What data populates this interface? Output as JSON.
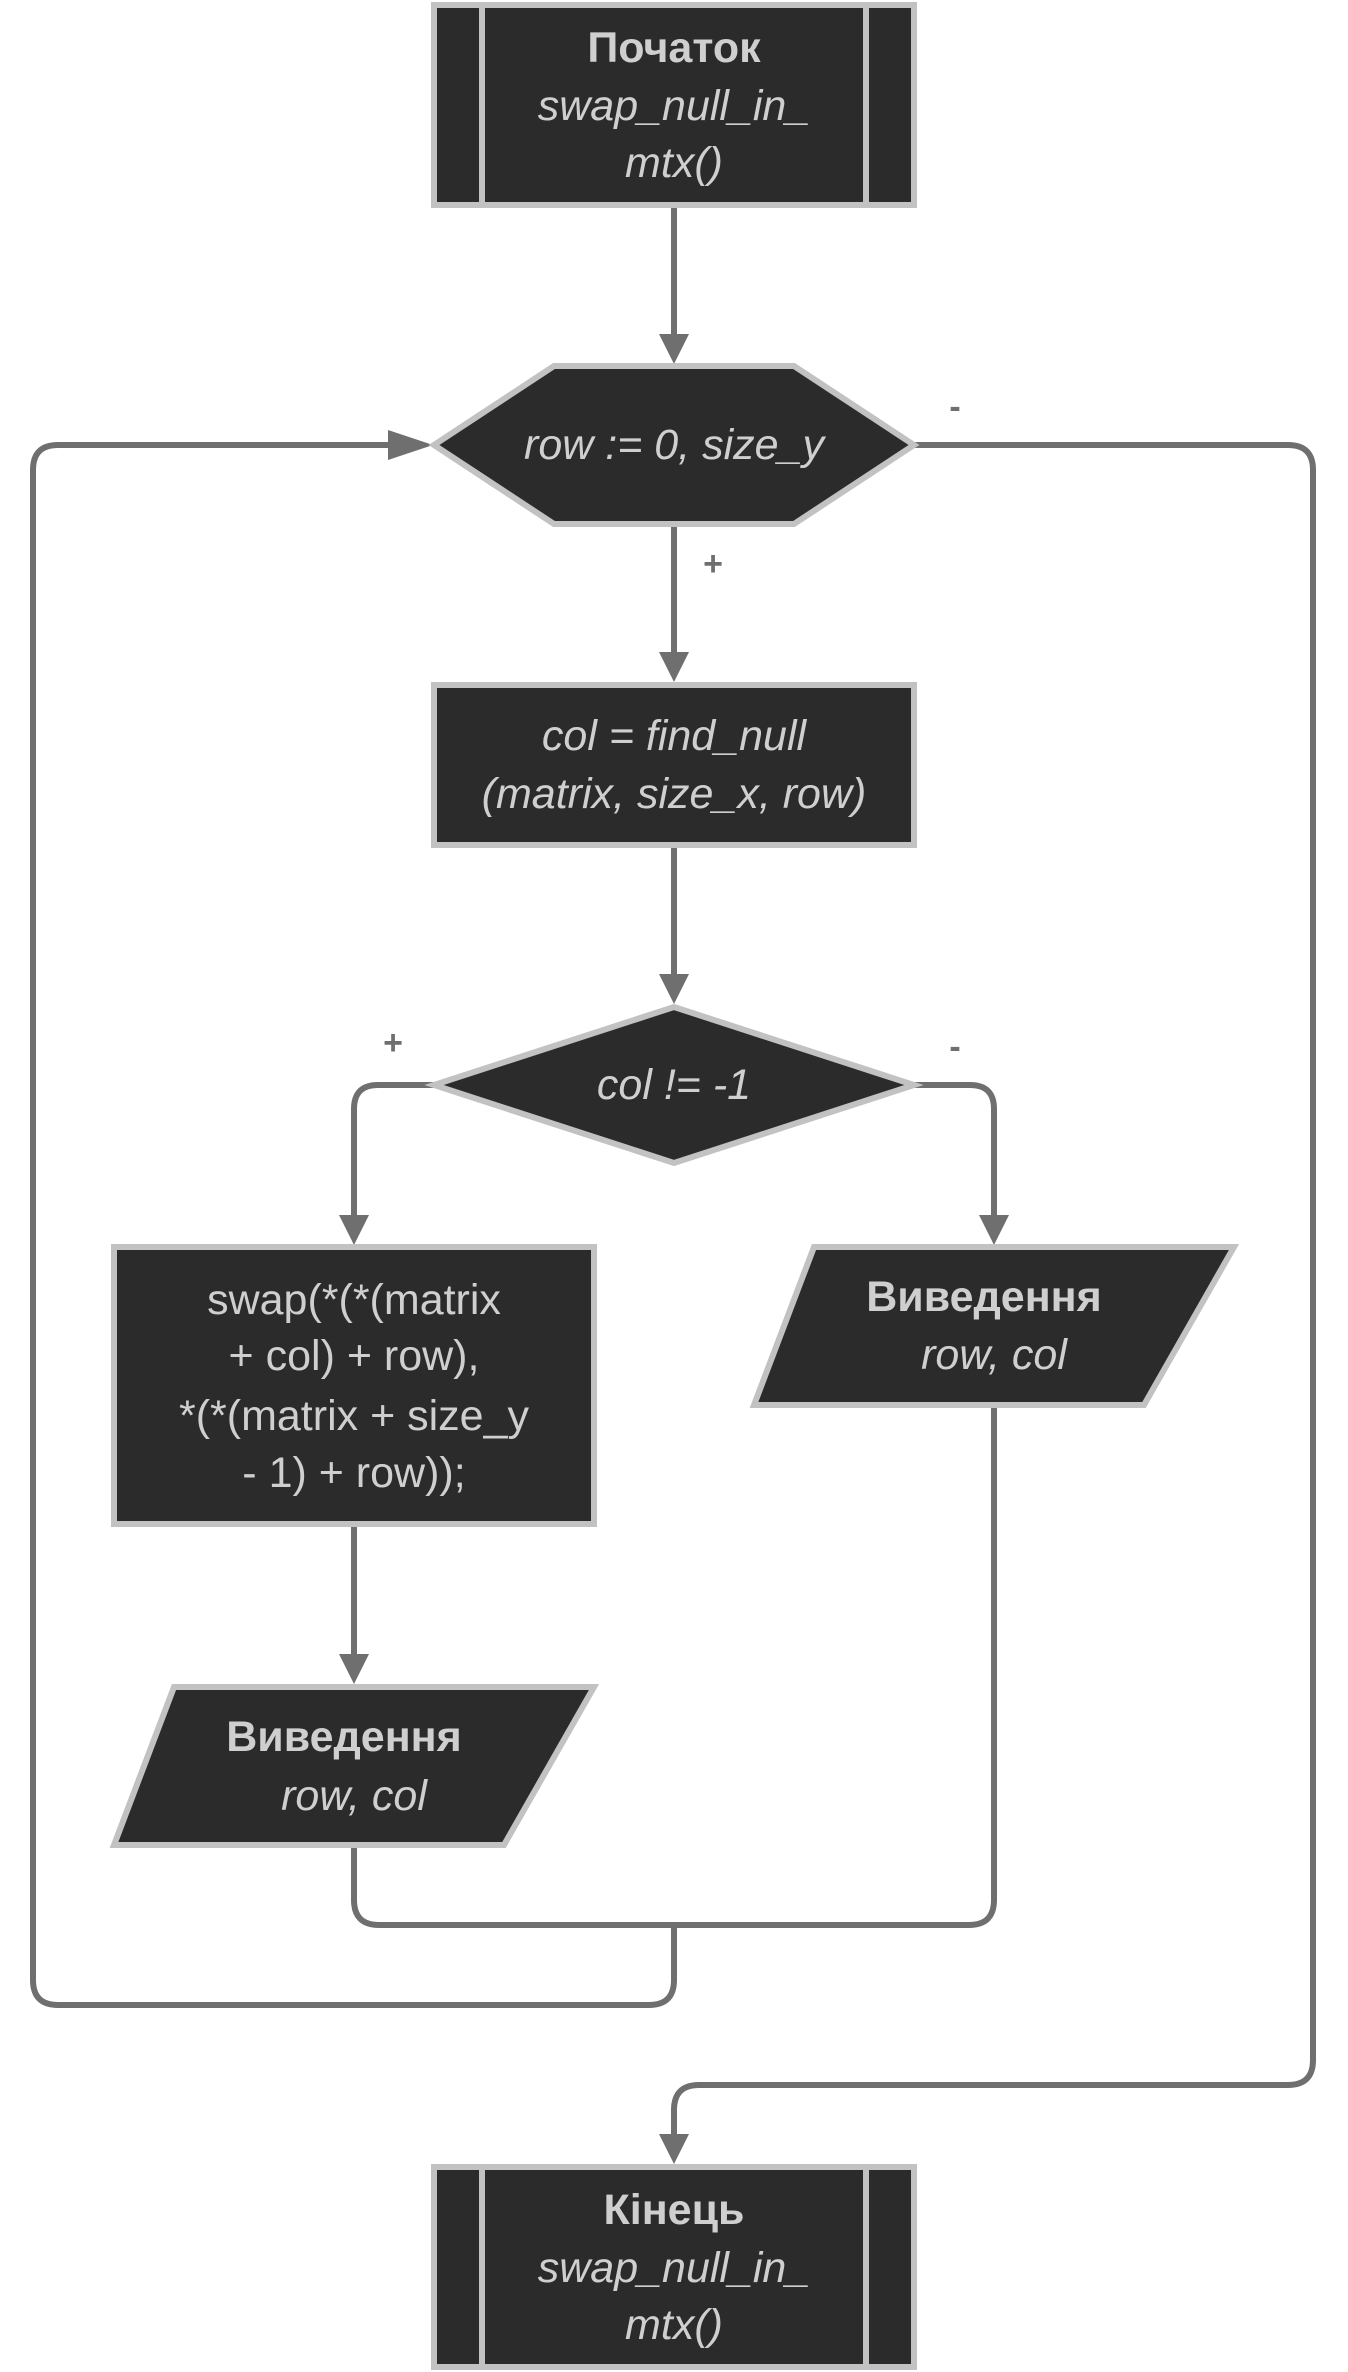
{
  "start": {
    "title": "Початок",
    "line1": "swap_null_in_",
    "line2": "mtx()"
  },
  "loop": {
    "text": "row := 0, size_y",
    "yes": "+",
    "no": "-"
  },
  "assign": {
    "line1": "col = find_null",
    "line2": "(matrix, size_x, row)"
  },
  "cond": {
    "text": "col != -1",
    "yes": "+",
    "no": "-"
  },
  "swap": {
    "line1": "swap(*(*(matrix",
    "line2": "+ col) + row),",
    "line3": "*(*(matrix + size_y",
    "line4": "- 1) + row));"
  },
  "output_left": {
    "title": "Виведення",
    "vars": "row, col"
  },
  "output_right": {
    "title": "Виведення",
    "vars": "row, col"
  },
  "end": {
    "title": "Кінець",
    "line1": "swap_null_in_",
    "line2": "mtx()"
  }
}
